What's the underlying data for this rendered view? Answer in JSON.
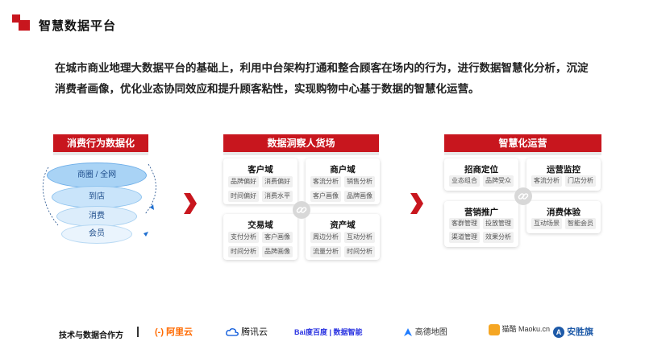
{
  "header": {
    "title": "智慧数据平台"
  },
  "intro": {
    "text": "在城市商业地理大数据平台的基础上，利用中台架构打通和整合顾客在场内的行为，进行数据智慧化分析，沉淀消费者画像，优化业态协同效应和提升顾客粘性，实现购物中心基于数据的智慧化运营。"
  },
  "columns": {
    "left": {
      "title": "消费行为数据化",
      "layers": [
        "商圈 / 全网",
        "到店",
        "消费",
        "会员"
      ]
    },
    "middle": {
      "title": "数据洞察人货场",
      "cards": [
        {
          "title": "客户域",
          "tags": [
            "品牌偏好",
            "消费偏好",
            "时间偏好",
            "消费水平"
          ]
        },
        {
          "title": "商户域",
          "tags": [
            "客流分析",
            "销售分析",
            "客户画像",
            "品牌画像"
          ]
        },
        {
          "title": "交易域",
          "tags": [
            "支付分析",
            "客户画像",
            "时间分析",
            "品牌画像"
          ]
        },
        {
          "title": "资产域",
          "tags": [
            "周边分析",
            "互动分析",
            "流量分析",
            "时间分析"
          ]
        }
      ]
    },
    "right": {
      "title": "智慧化运营",
      "cards": [
        {
          "title": "招商定位",
          "tags": [
            "业态组合",
            "品牌受众"
          ]
        },
        {
          "title": "运营监控",
          "tags": [
            "客流分析",
            "门店分析"
          ]
        },
        {
          "title": "营销推广",
          "tags": [
            "客群管理",
            "投放管理",
            "渠道管理",
            "效果分析"
          ]
        },
        {
          "title": "消费体验",
          "tags": [
            "互动场景",
            "智能会员"
          ]
        }
      ]
    }
  },
  "partners": {
    "label": "技术与数据合作方",
    "items": [
      {
        "name": "阿里云",
        "icon": "(-)",
        "color": "#ff6a00"
      },
      {
        "name": "腾讯云",
        "icon": "cloud",
        "color": "#0052d9"
      },
      {
        "name": "Bai度百度 | 数据智能",
        "icon": "paw",
        "color": "#2932e1"
      },
      {
        "name": "高德地图",
        "icon": "arrow",
        "color": "#1f7cff"
      },
      {
        "name": "猫酷 Maoku.cn",
        "icon": "cat",
        "color": "#f5a623"
      },
      {
        "name": "安胜旗",
        "icon": "A",
        "color": "#1e5aa8"
      }
    ]
  },
  "colors": {
    "accent": "#c8161e"
  }
}
